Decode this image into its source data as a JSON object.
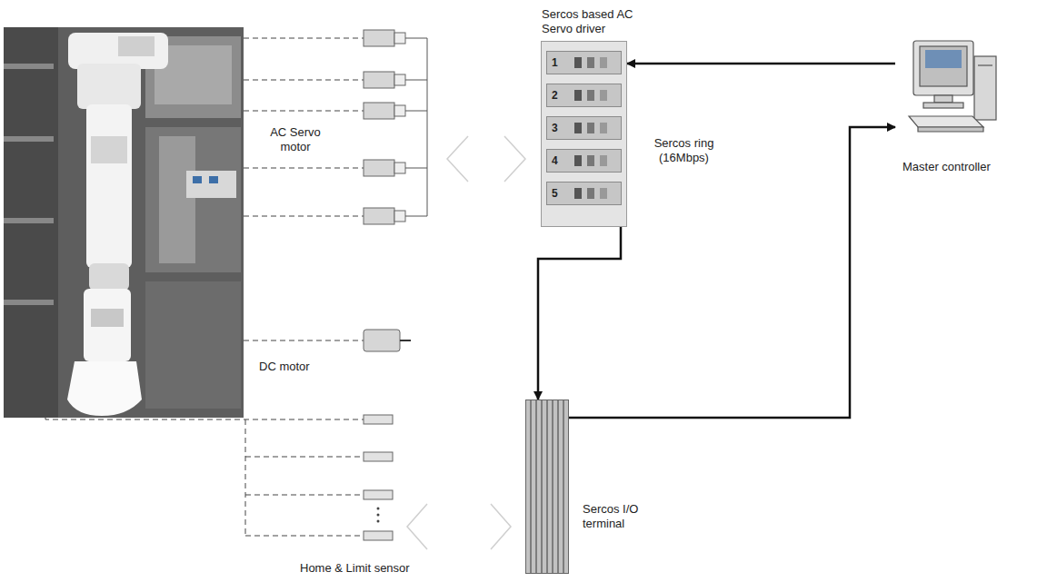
{
  "diagram": {
    "nodes": [
      {
        "text": [
          "Sercos based AC Servo driver"
        ]
      },
      {
        "text": [
          "1"
        ],
        "in": 0
      },
      {
        "text": [
          "2"
        ],
        "in": 0
      },
      {
        "text": [
          "3"
        ],
        "in": 0
      },
      {
        "text": [
          "4"
        ],
        "in": 0
      },
      {
        "text": [
          "5"
        ],
        "in": 0
      },
      {
        "text": [
          "Master controller"
        ]
      },
      {
        "text": [
          "Sercos I/O terminal"
        ]
      }
    ],
    "edges": [
      {
        "from": 6,
        "to": 0,
        "arrow": "to"
      },
      {
        "from": 0,
        "to": 7,
        "arrow": "to"
      },
      {
        "from": 7,
        "to": 6,
        "arrow": "to"
      }
    ],
    "labels": [
      "AC Servo motor",
      "Sercos ring (16Mbps)",
      "DC motor",
      "Home & Limit sensor"
    ]
  }
}
